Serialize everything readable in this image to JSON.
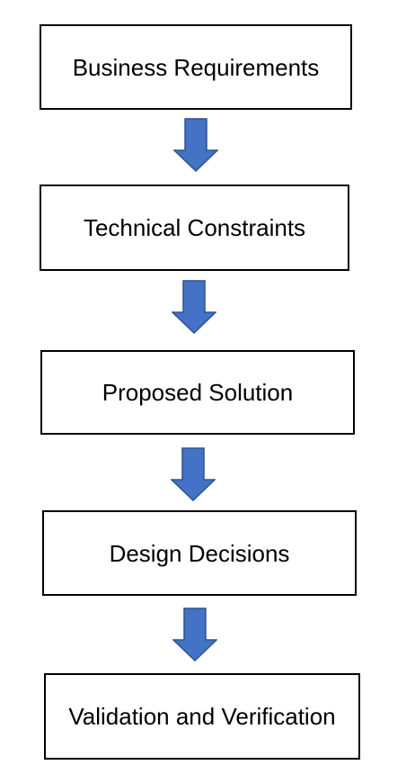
{
  "flowchart": {
    "steps": [
      {
        "label": "Business Requirements"
      },
      {
        "label": "Technical Constraints"
      },
      {
        "label": "Proposed Solution"
      },
      {
        "label": "Design Decisions"
      },
      {
        "label": "Validation and Verification"
      }
    ],
    "arrow_direction": "down"
  },
  "colors": {
    "box_border": "#000000",
    "box_fill": "#ffffff",
    "arrow_fill": "#4472C4",
    "arrow_stroke": "#2F528F"
  }
}
